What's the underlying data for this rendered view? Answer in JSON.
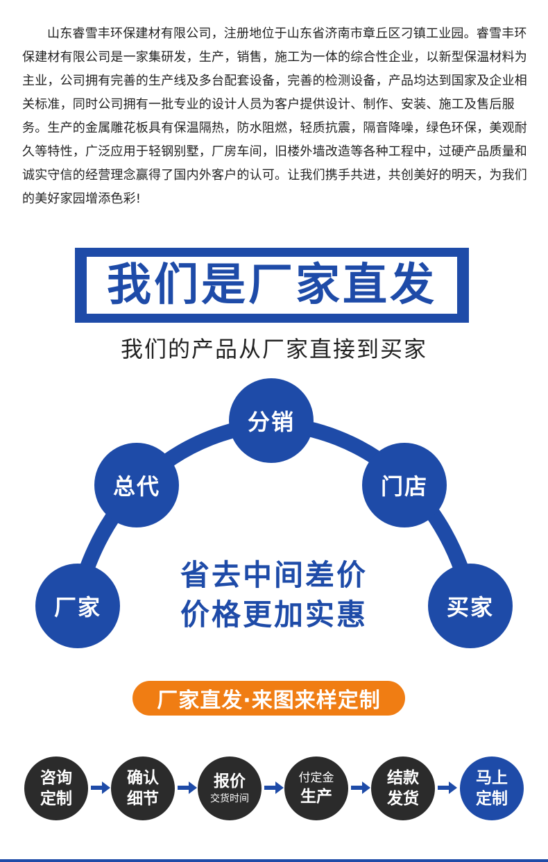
{
  "intro": {
    "text": "山东睿雪丰环保建材有限公司，注册地位于山东省济南市章丘区刁镇工业园。睿雪丰环保建材有限公司是一家集研发，生产，销售，施工为一体的综合性企业，以新型保温材料为主业，公司拥有完善的生产线及多台配套设备，完善的检测设备，产品均达到国家及企业相关标准，同时公司拥有一批专业的设计人员为客户提供设计、制作、安装、施工及售后服务。生产的金属雕花板具有保温隔热，防水阻燃，轻质抗震，隔音降噪，绿色环保，美观耐久等特性，广泛应用于轻钢别墅，厂房车间，旧楼外墙改造等各种工程中，过硬产品质量和诚实守信的经营理念赢得了国内外客户的认可。让我们携手共进，共创美好的明天，为我们的美好家园增添色彩!"
  },
  "banner": {
    "title": "我们是厂家直发"
  },
  "subtitle": "我们的产品从厂家直接到买家",
  "chain": {
    "factory": "厂家",
    "agent": "总代",
    "distribution": "分销",
    "store": "门店",
    "buyer": "买家"
  },
  "slogan": {
    "line1": "省去中间差价",
    "line2": "价格更加实惠"
  },
  "pill": "厂家直发·来图来样定制",
  "steps": [
    {
      "line1": "咨询",
      "line2": "定制"
    },
    {
      "line1": "确认",
      "line2": "细节"
    },
    {
      "line1": "报价",
      "line2": "交货时间"
    },
    {
      "line1": "付定金",
      "line2": "生产"
    },
    {
      "line1": "结款",
      "line2": "发货"
    },
    {
      "line1": "马上",
      "line2": "定制"
    }
  ],
  "colors": {
    "primary": "#1e4ba8",
    "accent": "#f07d13",
    "dark": "#2b2b2b"
  }
}
